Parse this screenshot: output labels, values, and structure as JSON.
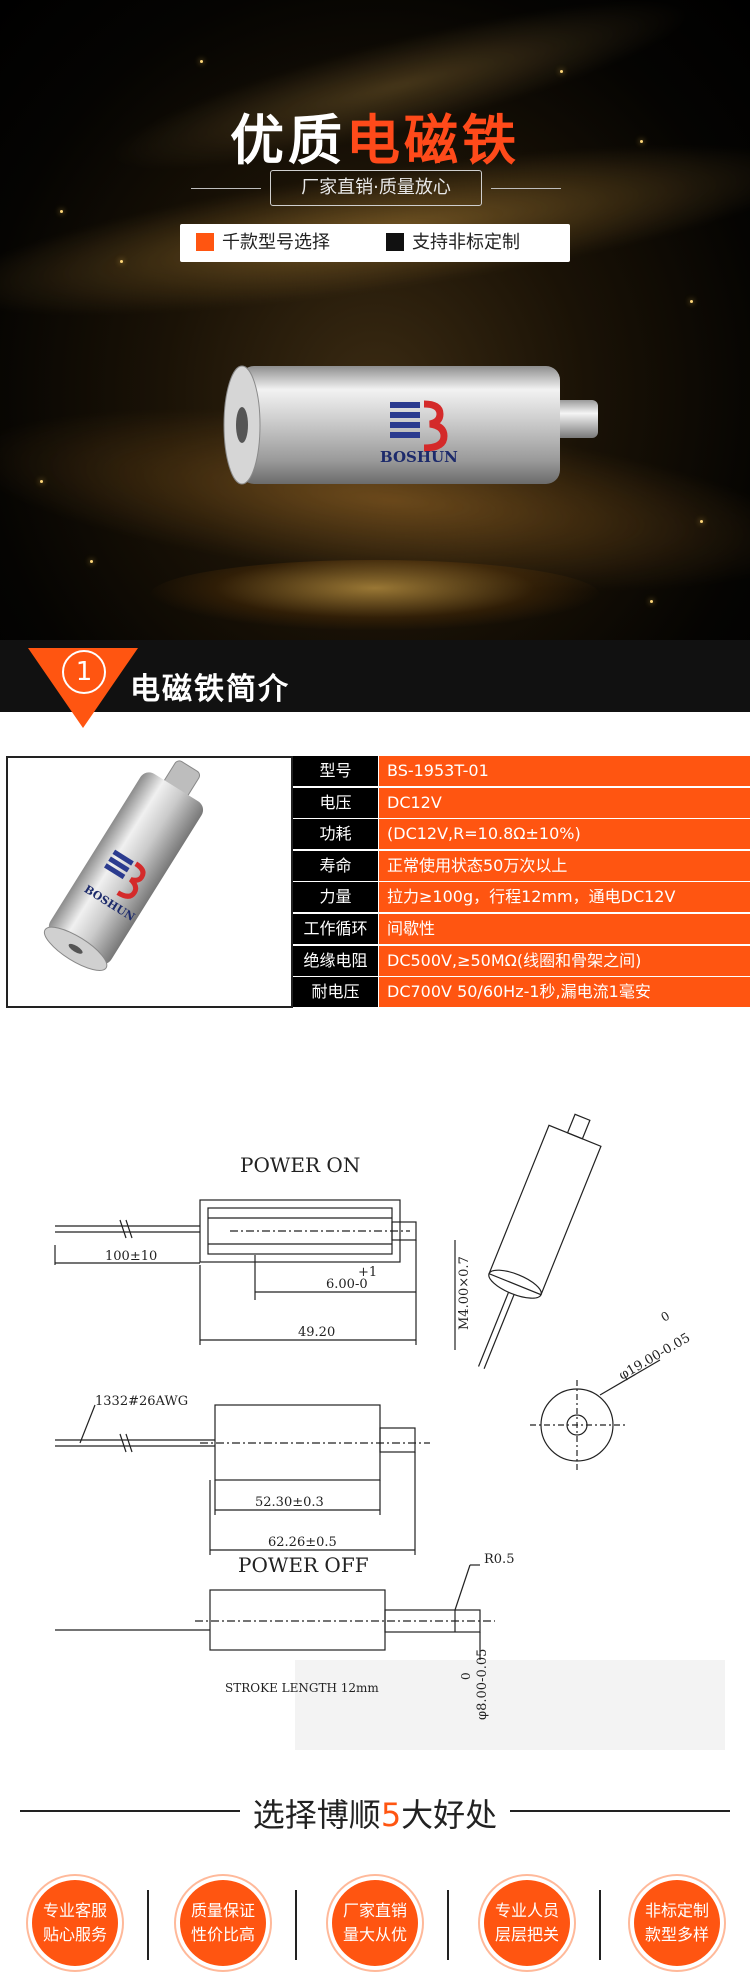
{
  "hero": {
    "title_white": "优质",
    "title_red": "电磁铁",
    "subtitle": "厂家直销·质量放心",
    "features": [
      "千款型号选择",
      "支持非标定制"
    ],
    "feature_colors": [
      "#ff5511",
      "#111111"
    ],
    "logo_text": "BOSHUN"
  },
  "intro": {
    "number": "1",
    "title": "电磁铁简介"
  },
  "specs": [
    {
      "key": "型号",
      "value": "BS-1953T-01"
    },
    {
      "key": "电压",
      "value": "DC12V"
    },
    {
      "key": "功耗",
      "value": "(DC12V,R=10.8Ω±10%)"
    },
    {
      "key": "寿命",
      "value": "正常使用状态50万次以上"
    },
    {
      "key": "力量",
      "value": "拉力≥100g，行程12mm，通电DC12V"
    },
    {
      "key": "工作循环",
      "value": "间歇性"
    },
    {
      "key": "绝缘电阻",
      "value": "DC500V,≥50MΩ(线圈和骨架之间)"
    },
    {
      "key": "耐电压",
      "value": "DC700V 50/60Hz-1秒,漏电流1毫安"
    }
  ],
  "drawing": {
    "power_on": "POWER ON",
    "power_off": "POWER OFF",
    "dim_100": "100±10",
    "dim_plus1": "+1",
    "dim_6": "6.00-0",
    "dim_49": "49.20",
    "dim_m4": "M4.00×0.7",
    "dim_phi19_top": "0",
    "dim_phi19": "φ19.00-0.05",
    "dim_wire": "1332#26AWG",
    "dim_52": "52.30±0.3",
    "dim_62": "62.26±0.5",
    "dim_r05": "R0.5",
    "stroke": "STROKE LENGTH 12mm",
    "dim_phi8_top": "0",
    "dim_phi8": "φ8.00-0.05"
  },
  "benefits": {
    "title_a": "选择博顺",
    "title_num": "5",
    "title_b": "大好处",
    "items": [
      {
        "line1": "专业客服",
        "line2": "贴心服务"
      },
      {
        "line1": "质量保证",
        "line2": "性价比高"
      },
      {
        "line1": "厂家直销",
        "line2": "量大从优"
      },
      {
        "line1": "专业人员",
        "line2": "层层把关"
      },
      {
        "line1": "非标定制",
        "line2": "款型多样"
      }
    ]
  }
}
